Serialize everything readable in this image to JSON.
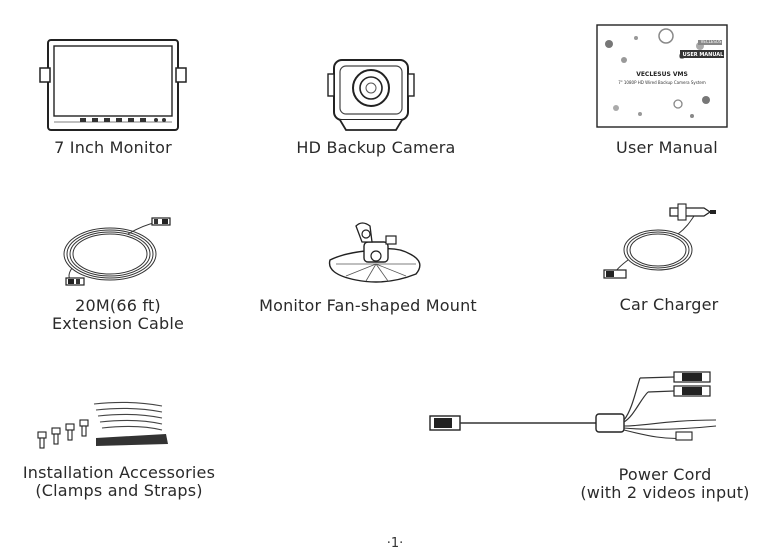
{
  "items": {
    "monitor": {
      "caption": "7 Inch Monitor"
    },
    "camera": {
      "caption": "HD Backup Camera"
    },
    "manual": {
      "caption": "User Manual",
      "cover_tag": "USER MANUAL",
      "cover_brand": "VECLESUS VMS",
      "cover_subtitle": "7\" 1080P HD Wired Backup Camera System",
      "cover_logo": "VECLESUS"
    },
    "extension_cable": {
      "caption_line1": "20M(66 ft)",
      "caption_line2": "Extension Cable"
    },
    "mount": {
      "caption": "Monitor Fan-shaped Mount"
    },
    "charger": {
      "caption": "Car Charger"
    },
    "accessories": {
      "caption_line1": "Installation Accessories",
      "caption_line2": "(Clamps and Straps)"
    },
    "power_cord": {
      "caption_line1": "Power Cord",
      "caption_line2": "(with 2 videos input)"
    }
  },
  "page_number": "·1·"
}
